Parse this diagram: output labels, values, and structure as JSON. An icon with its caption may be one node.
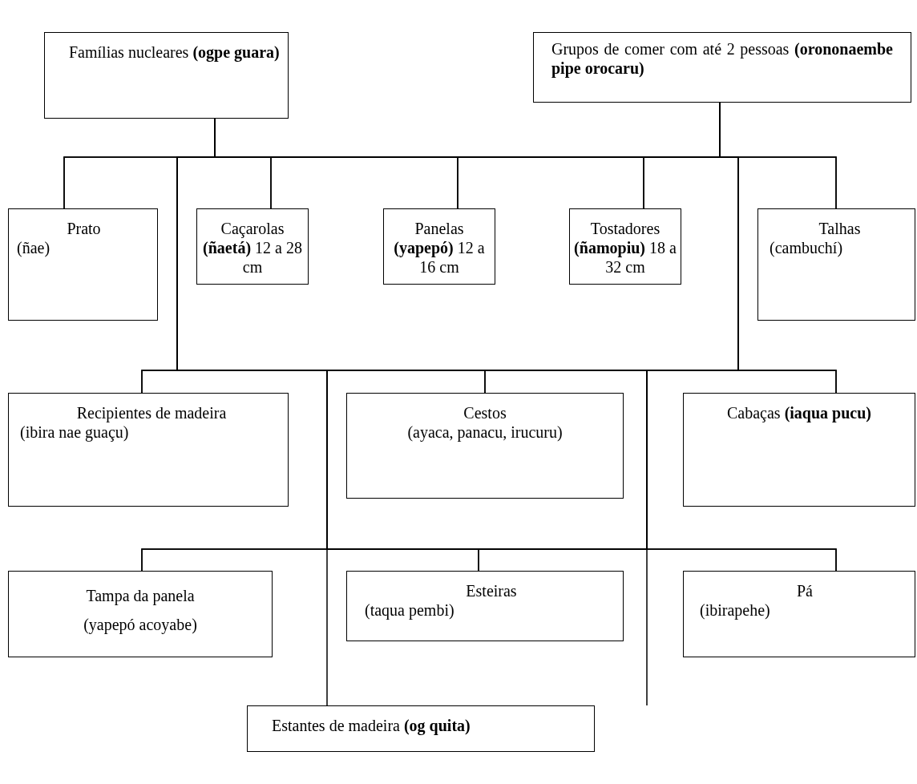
{
  "diagram": {
    "nodes": [
      {
        "text": [
          "Famílias nucleares **(ogpe guara)**"
        ]
      },
      {
        "text": [
          "Grupos de comer com até 2 pessoas **(orononaembe pipe orocaru)**"
        ]
      },
      {
        "text": [
          "Prato",
          "(ñae)"
        ]
      },
      {
        "text": [
          "Caçarolas **(ñaetá)** 12 a 28 cm"
        ]
      },
      {
        "text": [
          "Panelas **(yapepó)** 12 a 16 cm"
        ]
      },
      {
        "text": [
          "Tostadores **(ñamopiu)** 18 a 32 cm"
        ]
      },
      {
        "text": [
          "Talhas",
          "(cambuchí)"
        ]
      },
      {
        "text": [
          "Recipientes de madeira",
          "(ibira nae guaçu)"
        ]
      },
      {
        "text": [
          "Cestos",
          "(ayaca, panacu, irucuru)"
        ]
      },
      {
        "text": [
          "Cabaças **(iaqua pucu)**"
        ]
      },
      {
        "text": [
          "Tampa da panela",
          "(yapepó acoyabe)"
        ]
      },
      {
        "text": [
          "Esteiras",
          "(taqua pembi)"
        ]
      },
      {
        "text": [
          "Pá",
          "(ibirapehe)"
        ]
      },
      {
        "text": [
          "Estantes de madeira **(og quita)**"
        ]
      }
    ],
    "edges": [
      {
        "from": 0,
        "to": 2,
        "arrow": "none"
      },
      {
        "from": 0,
        "to": 3,
        "arrow": "none"
      },
      {
        "from": 0,
        "to": 4,
        "arrow": "none"
      },
      {
        "from": 0,
        "to": 5,
        "arrow": "none"
      },
      {
        "from": 0,
        "to": 6,
        "arrow": "none"
      },
      {
        "from": 0,
        "to": 7,
        "arrow": "none"
      },
      {
        "from": 0,
        "to": 8,
        "arrow": "none"
      },
      {
        "from": 0,
        "to": 9,
        "arrow": "none"
      },
      {
        "from": 0,
        "to": 10,
        "arrow": "none"
      },
      {
        "from": 0,
        "to": 11,
        "arrow": "none"
      },
      {
        "from": 0,
        "to": 12,
        "arrow": "none"
      },
      {
        "from": 0,
        "to": 13,
        "arrow": "none"
      },
      {
        "from": 1,
        "to": 2,
        "arrow": "none"
      },
      {
        "from": 1,
        "to": 3,
        "arrow": "none"
      },
      {
        "from": 1,
        "to": 4,
        "arrow": "none"
      },
      {
        "from": 1,
        "to": 5,
        "arrow": "none"
      },
      {
        "from": 1,
        "to": 6,
        "arrow": "none"
      },
      {
        "from": 1,
        "to": 7,
        "arrow": "none"
      },
      {
        "from": 1,
        "to": 8,
        "arrow": "none"
      },
      {
        "from": 1,
        "to": 9,
        "arrow": "none"
      },
      {
        "from": 1,
        "to": 10,
        "arrow": "none"
      },
      {
        "from": 1,
        "to": 11,
        "arrow": "none"
      },
      {
        "from": 1,
        "to": 12,
        "arrow": "none"
      },
      {
        "from": 1,
        "to": 13,
        "arrow": "none"
      }
    ]
  }
}
